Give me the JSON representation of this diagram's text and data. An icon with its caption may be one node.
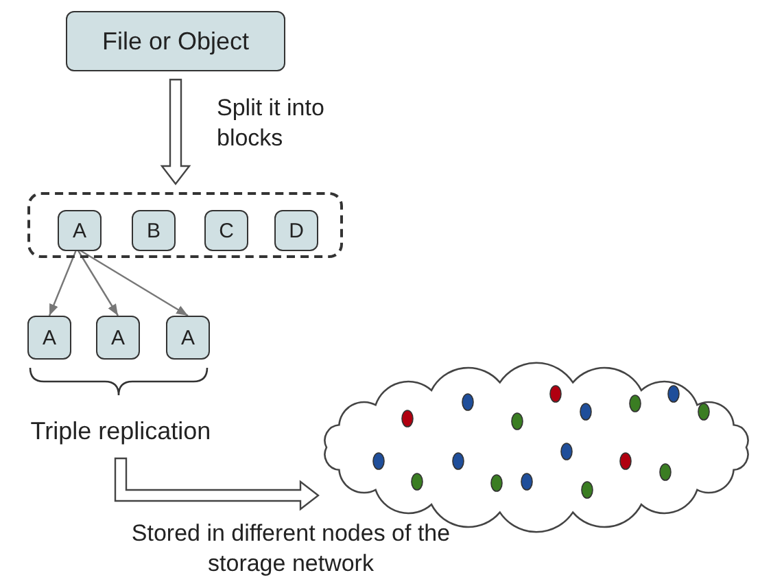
{
  "diagram": {
    "nodes": [
      {
        "text": [
          "File or Object"
        ]
      },
      {
        "text": [],
        "shape": "box"
      },
      {
        "text": [
          "A"
        ],
        "in": 1
      },
      {
        "text": [
          "B"
        ],
        "in": 1
      },
      {
        "text": [
          "C"
        ],
        "in": 1
      },
      {
        "text": [
          "D"
        ],
        "in": 1
      },
      {
        "text": [
          "A"
        ]
      },
      {
        "text": [
          "A"
        ]
      },
      {
        "text": [
          "A"
        ]
      },
      {
        "text": [],
        "shape": "cloud"
      },
      {
        "text": [
          "Triple replication"
        ]
      }
    ],
    "edges": [
      {
        "from": 0,
        "to": 1,
        "arrow": "to",
        "style": "thick",
        "label": "Split it into blocks"
      },
      {
        "from": 2,
        "to": 6,
        "arrow": "to"
      },
      {
        "from": 2,
        "to": 7,
        "arrow": "to"
      },
      {
        "from": 2,
        "to": 8,
        "arrow": "to"
      },
      {
        "from": 10,
        "to": 9,
        "arrow": "to",
        "style": "thick",
        "label": "Stored in different nodes of the storage network"
      }
    ]
  }
}
